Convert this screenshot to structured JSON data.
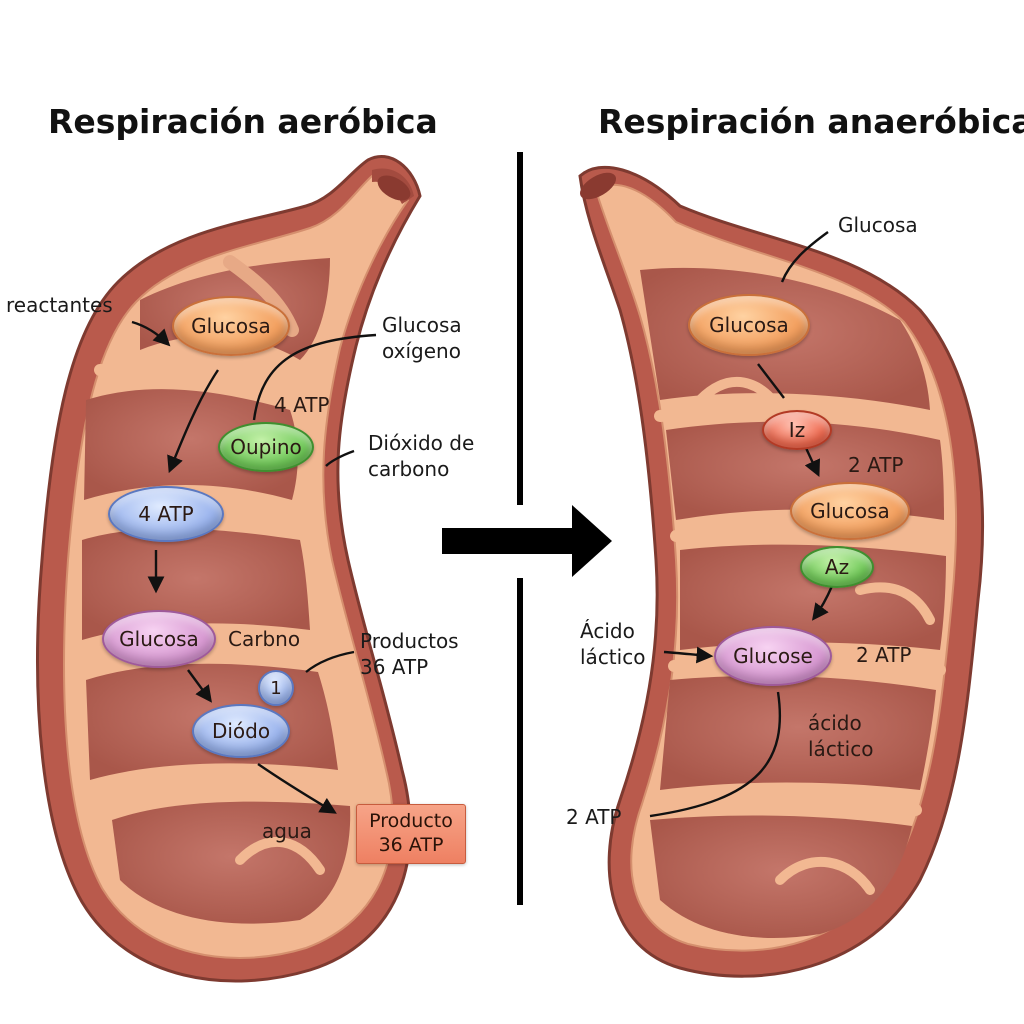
{
  "titles": {
    "aerobic": "Respiración aeróbica",
    "anaerobic": "Respiración anaeróbica"
  },
  "aerobic": {
    "nodes": {
      "glucosa_top": "Glucosa",
      "oupino": "Oupino",
      "atp_4": "4 ATP",
      "glucosa_purple": "Glucosa",
      "small_one": "1",
      "diodo": "Diódo"
    },
    "product_box": {
      "line1": "Producto",
      "line2": "36 ATP"
    },
    "labels": {
      "reactantes": "reactantes",
      "glucosa_oxigeno_1": "Glucosa",
      "glucosa_oxigeno_2": "oxígeno",
      "atp_4_label": "4 ATP",
      "dioxido_1": "Dióxido de",
      "dioxido_2": "carbono",
      "carbno": "Carbno",
      "productos_1": "Productos",
      "productos_2": "36 ATP",
      "agua": "agua"
    }
  },
  "anaerobic": {
    "nodes": {
      "glucosa_top": "Glucosa",
      "iz": "Iz",
      "glucosa_mid": "Glucosa",
      "az": "Az",
      "glucose": "Glucose"
    },
    "labels": {
      "glucosa_top_label": "Glucosa",
      "atp_2_a": "2 ATP",
      "acido_lactico_left_1": "Ácido",
      "acido_lactico_left_2": "láctico",
      "atp_2_b": "2 ATP",
      "acido_lactico_right_1": "ácido",
      "acido_lactico_right_2": "láctico",
      "atp_2_c": "2 ATP"
    }
  },
  "colors": {
    "organelle_outer": "#b95a4c",
    "organelle_inner": "#f2b892",
    "matrix": "#b76355",
    "node_orange": "#f3a161",
    "node_green": "#73cb5b",
    "node_blue": "#9db6ee",
    "node_purple": "#d99bd3",
    "node_red": "#f06c52",
    "product_box": "#ee8062",
    "divider": "#000000"
  }
}
